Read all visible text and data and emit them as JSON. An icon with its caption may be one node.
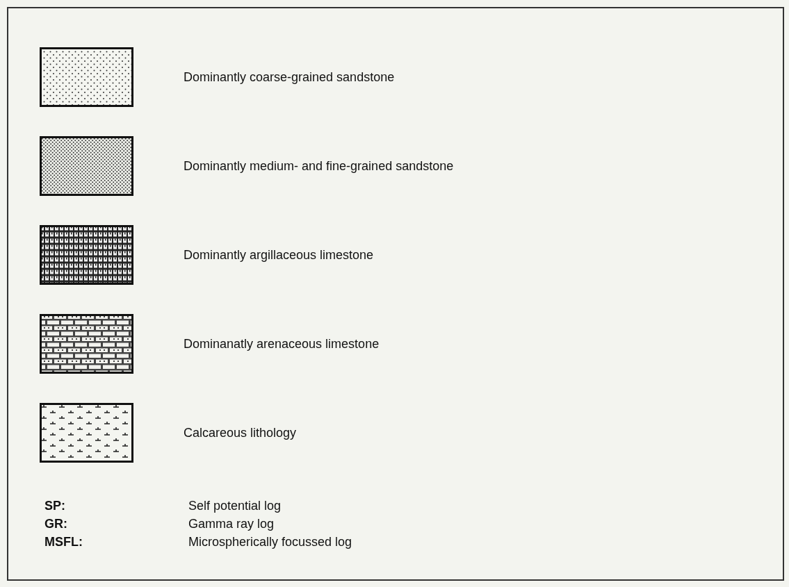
{
  "diagram": {
    "legend": [
      {
        "text": "Dominantly coarse-grained sandstone"
      },
      {
        "text": "Dominantly medium- and fine-grained sandstone"
      },
      {
        "text": "Dominantly argillaceous limestone"
      },
      {
        "text": "Dominanatly arenaceous limestone"
      },
      {
        "text": "Calcareous lithology"
      }
    ],
    "labels": [
      "SP:",
      "Self potential log",
      "GR:",
      "Gamma ray log",
      "MSFL:",
      "Microspherically focussed log"
    ]
  }
}
